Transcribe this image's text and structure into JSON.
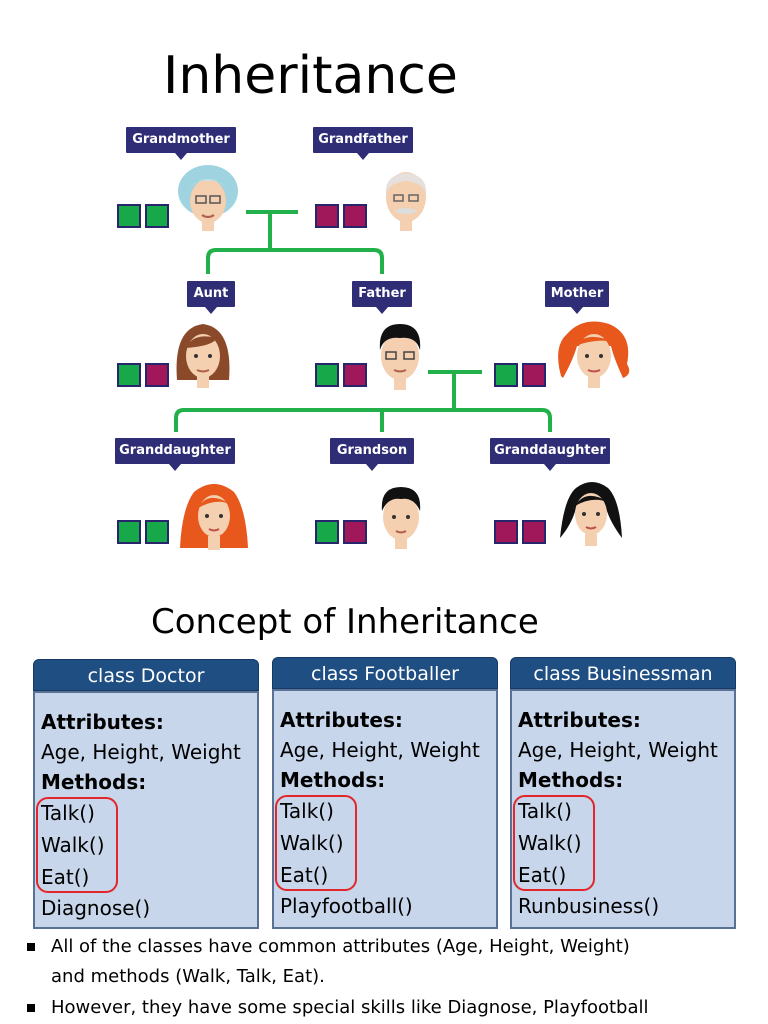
{
  "title": "Inheritance",
  "family": {
    "grandmother": "Grandmother",
    "grandfather": "Grandfather",
    "aunt": "Aunt",
    "father": "Father",
    "mother": "Mother",
    "granddaughter1": "Granddaughter",
    "grandson": "Grandson",
    "granddaughter2": "Granddaughter"
  },
  "colors": {
    "green": "#17a84a",
    "magenta": "#a0185a",
    "tree_line": "#22b04b",
    "tag_bg": "#2e2d76"
  },
  "subtitle": "Concept of Inheritance",
  "classes": [
    {
      "name": "class Doctor",
      "attributes_label": "Attributes:",
      "attributes": "Age, Height, Weight",
      "methods_label": "Methods:",
      "m1": "Talk()",
      "m2": "Walk()",
      "m3": "Eat()",
      "m4": "Diagnose()"
    },
    {
      "name": "class Footballer",
      "attributes_label": "Attributes:",
      "attributes": "Age, Height, Weight",
      "methods_label": "Methods:",
      "m1": "Talk()",
      "m2": "Walk()",
      "m3": "Eat()",
      "m4": "Playfootball()"
    },
    {
      "name": "class Businessman",
      "attributes_label": "Attributes:",
      "attributes": "Age, Height, Weight",
      "methods_label": "Methods:",
      "m1": "Talk()",
      "m2": "Walk()",
      "m3": "Eat()",
      "m4": "Runbusiness()"
    }
  ],
  "bullets": [
    {
      "line1": "All of the classes have common attributes (Age, Height, Weight)",
      "line2": "and methods (Walk, Talk, Eat)."
    },
    {
      "line1": "However, they have some special skills like Diagnose, Playfootball"
    }
  ]
}
